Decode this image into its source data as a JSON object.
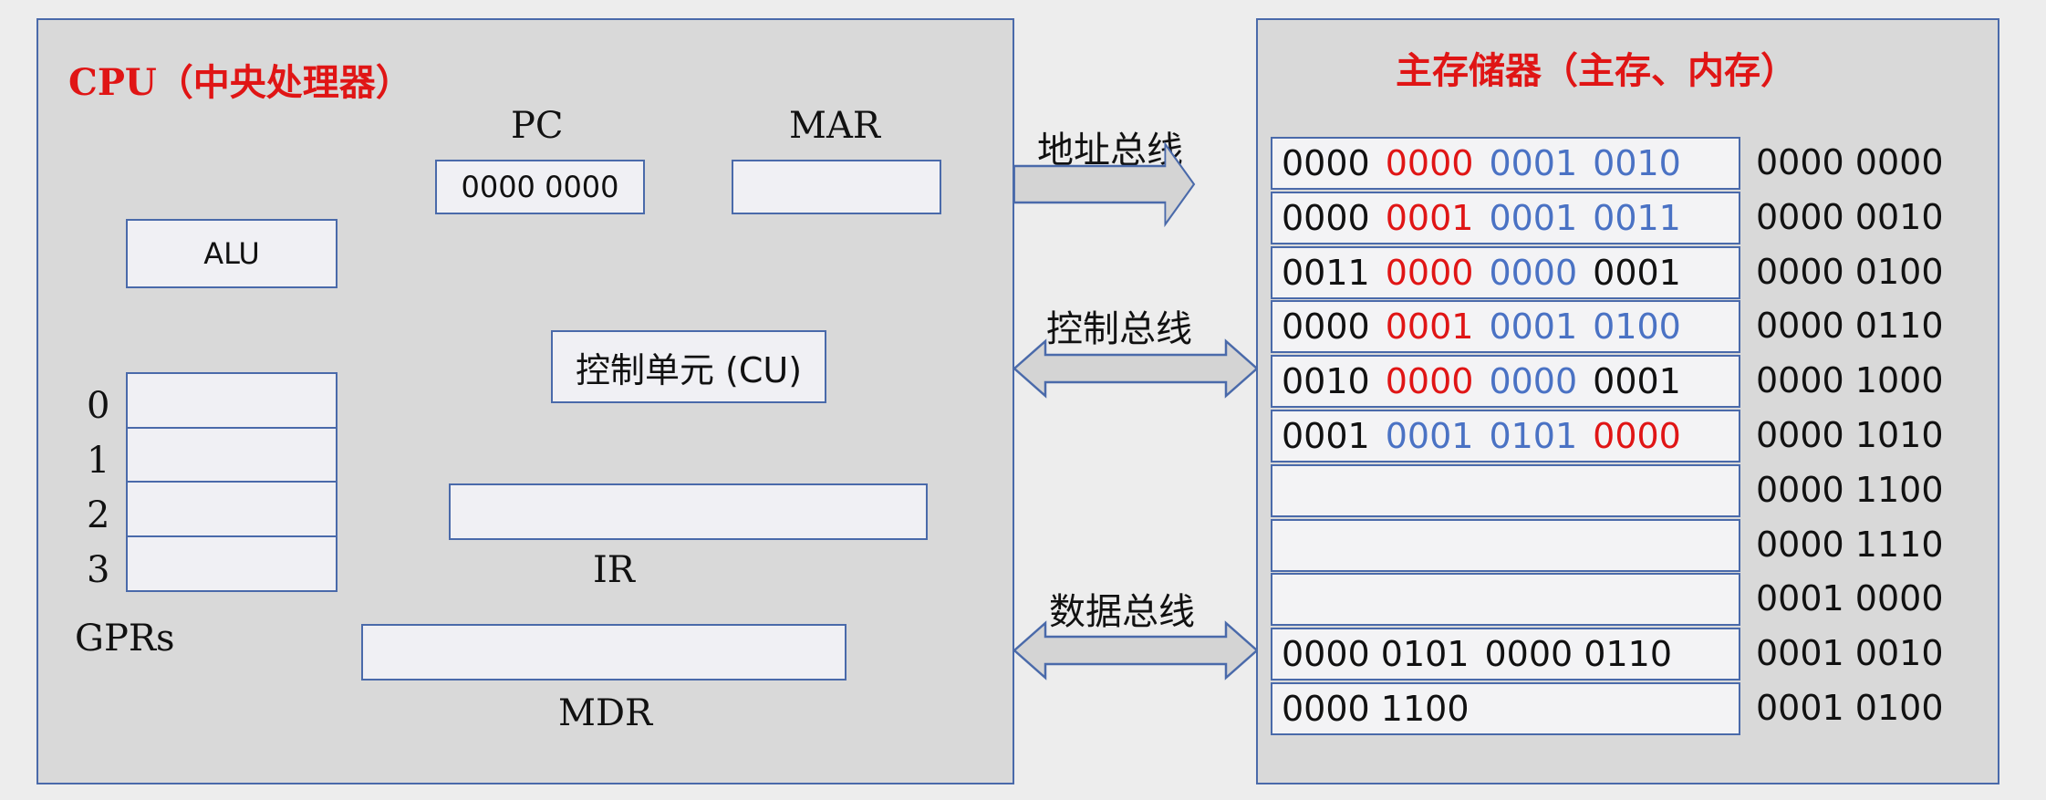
{
  "colors": {
    "red": "#e01515",
    "blue": "#4a72c4",
    "black": "#111111",
    "border": "#4a6aaa"
  },
  "cpu": {
    "title": "CPU（中央处理器）",
    "pc_label": "PC",
    "pc_value": "0000 0000",
    "mar_label": "MAR",
    "mar_value": "",
    "alu_label": "ALU",
    "cu_label": "控制单元 (CU)",
    "ir_label": "IR",
    "ir_value": "",
    "mdr_label": "MDR",
    "mdr_value": "",
    "gprs_label": "GPRs",
    "gpr_indices": [
      "0",
      "1",
      "2",
      "3"
    ]
  },
  "buses": {
    "address": "地址总线",
    "control": "控制总线",
    "data": "数据总线"
  },
  "memory": {
    "title": "主存储器（主存、内存）",
    "rows": [
      {
        "address": "0000 0000",
        "segments": [
          {
            "text": "0000",
            "color": "black"
          },
          {
            "text": "0000",
            "color": "red"
          },
          {
            "text": "0001",
            "color": "blue"
          },
          {
            "text": "0010",
            "color": "blue"
          }
        ]
      },
      {
        "address": "0000 0010",
        "segments": [
          {
            "text": "0000",
            "color": "black"
          },
          {
            "text": "0001",
            "color": "red"
          },
          {
            "text": "0001",
            "color": "blue"
          },
          {
            "text": "0011",
            "color": "blue"
          }
        ]
      },
      {
        "address": "0000 0100",
        "segments": [
          {
            "text": "0011",
            "color": "black"
          },
          {
            "text": "0000",
            "color": "red"
          },
          {
            "text": "0000",
            "color": "blue"
          },
          {
            "text": "0001",
            "color": "black"
          }
        ]
      },
      {
        "address": "0000 0110",
        "segments": [
          {
            "text": "0000",
            "color": "black"
          },
          {
            "text": "0001",
            "color": "red"
          },
          {
            "text": "0001",
            "color": "blue"
          },
          {
            "text": "0100",
            "color": "blue"
          }
        ]
      },
      {
        "address": "0000 1000",
        "segments": [
          {
            "text": "0010",
            "color": "black"
          },
          {
            "text": "0000",
            "color": "red"
          },
          {
            "text": "0000",
            "color": "blue"
          },
          {
            "text": "0001",
            "color": "black"
          }
        ]
      },
      {
        "address": "0000 1010",
        "segments": [
          {
            "text": "0001",
            "color": "black"
          },
          {
            "text": "0001",
            "color": "blue"
          },
          {
            "text": "0101",
            "color": "blue"
          },
          {
            "text": "0000",
            "color": "red"
          }
        ]
      },
      {
        "address": "0000 1100",
        "segments": []
      },
      {
        "address": "0000 1110",
        "segments": []
      },
      {
        "address": "0001 0000",
        "segments": []
      },
      {
        "address": "0001 0010",
        "segments": [
          {
            "text": "0000 0101",
            "color": "black"
          },
          {
            "text": "0000 0110",
            "color": "black"
          }
        ]
      },
      {
        "address": "0001 0100",
        "segments": [
          {
            "text": "0000 1100",
            "color": "black"
          }
        ]
      }
    ]
  }
}
